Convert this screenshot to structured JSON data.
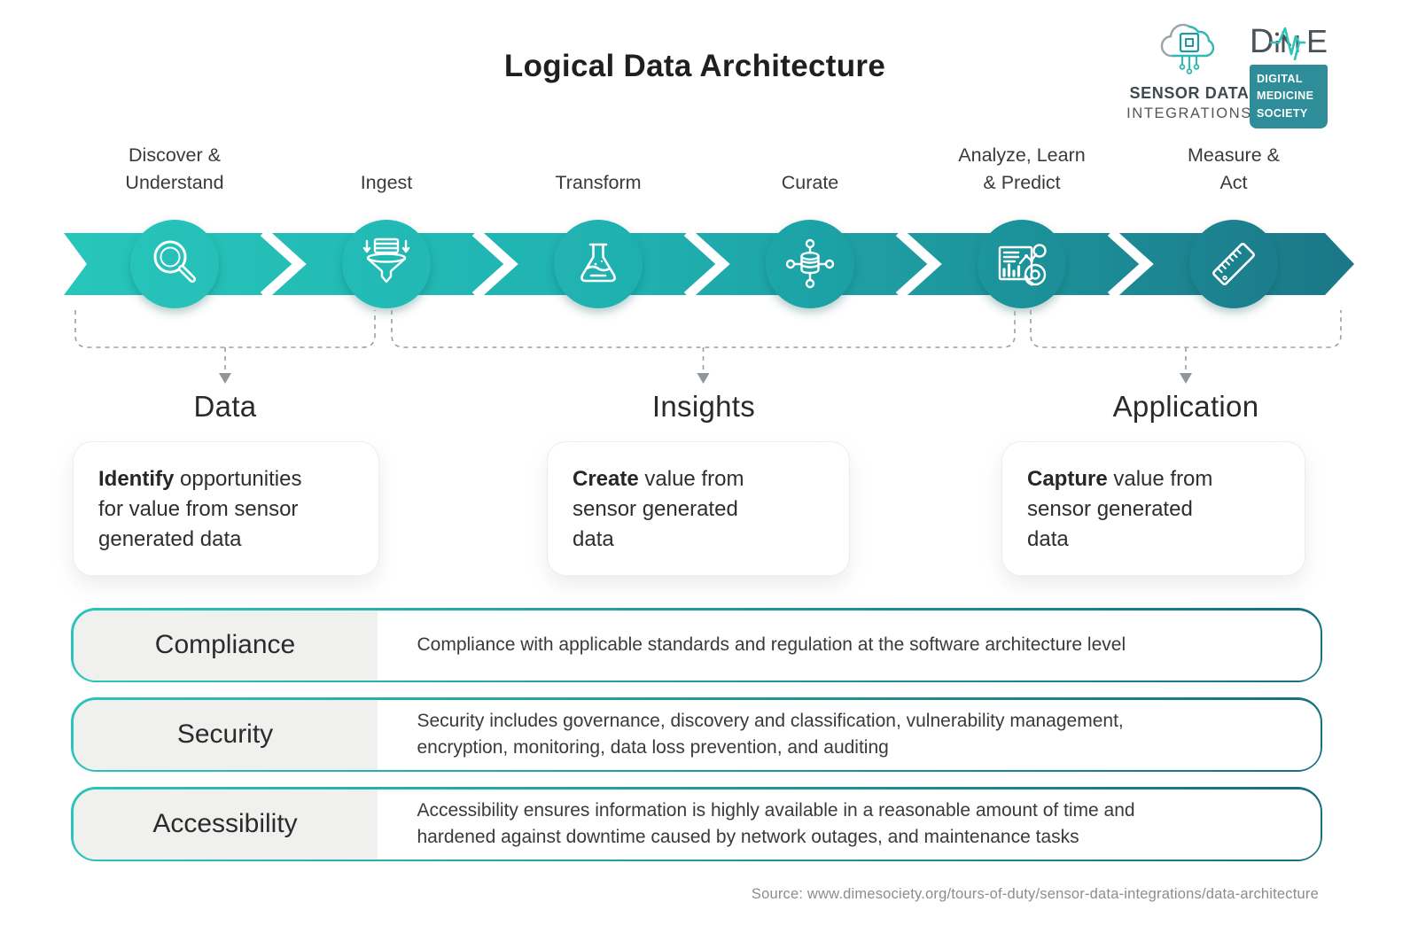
{
  "title": "Logical Data Architecture",
  "logos": {
    "sensor_data": {
      "icon": "cloud-chip-icon",
      "line1": "SENSOR DATA",
      "line2": "INTEGRATIONS"
    },
    "dime": {
      "letter_d": "D",
      "letter_e": "E",
      "society_line1": "DIGITAL",
      "society_line2": "MEDICINE",
      "society_line3": "SOCIETY"
    }
  },
  "flow": {
    "steps": [
      {
        "line1": "Discover &",
        "line2": "Understand",
        "icon": "magnifier-icon"
      },
      {
        "line1": "Ingest",
        "line2": "",
        "icon": "funnel-icon"
      },
      {
        "line1": "Transform",
        "line2": "",
        "icon": "flask-icon"
      },
      {
        "line1": "Curate",
        "line2": "",
        "icon": "database-network-icon"
      },
      {
        "line1": "Analyze, Learn",
        "line2": "& Predict",
        "icon": "analytics-dashboard-icon"
      },
      {
        "line1": "Measure &",
        "line2": "Act",
        "icon": "ruler-icon"
      }
    ]
  },
  "groups": [
    {
      "label": "Data",
      "lead": "Identify",
      "line1_rest": " opportunities",
      "line2": "for value from sensor",
      "line3": "generated data"
    },
    {
      "label": "Insights",
      "lead": "Create",
      "line1_rest": " value from",
      "line2": "sensor generated",
      "line3": "data"
    },
    {
      "label": "Application",
      "lead": "Capture",
      "line1_rest": " value from",
      "line2": "sensor generated",
      "line3": "data"
    }
  ],
  "principles": [
    {
      "label": "Compliance",
      "line1": "Compliance with applicable standards and regulation at the software architecture level",
      "line2": ""
    },
    {
      "label": "Security",
      "line1": "Security includes governance, discovery and classification, vulnerability management,",
      "line2": "encryption, monitoring, data loss prevention, and auditing"
    },
    {
      "label": "Accessibility",
      "line1": "Accessibility ensures information is highly available in a reasonable amount of time and",
      "line2": "hardened against downtime caused by network outages, and maintenance tasks"
    }
  ],
  "source": "Source: www.dimesociety.org/tours-of-duty/sensor-data-integrations/data-architecture",
  "colors": {
    "teal_light": "#27C6BB",
    "teal_mid": "#1FB0B0",
    "teal_dark": "#1B7787",
    "dime_teal": "#2E8D98",
    "panel_gray": "#F0F0EF",
    "text_dark": "#2B2B2B",
    "dashed_gray": "#9A9FA2"
  }
}
